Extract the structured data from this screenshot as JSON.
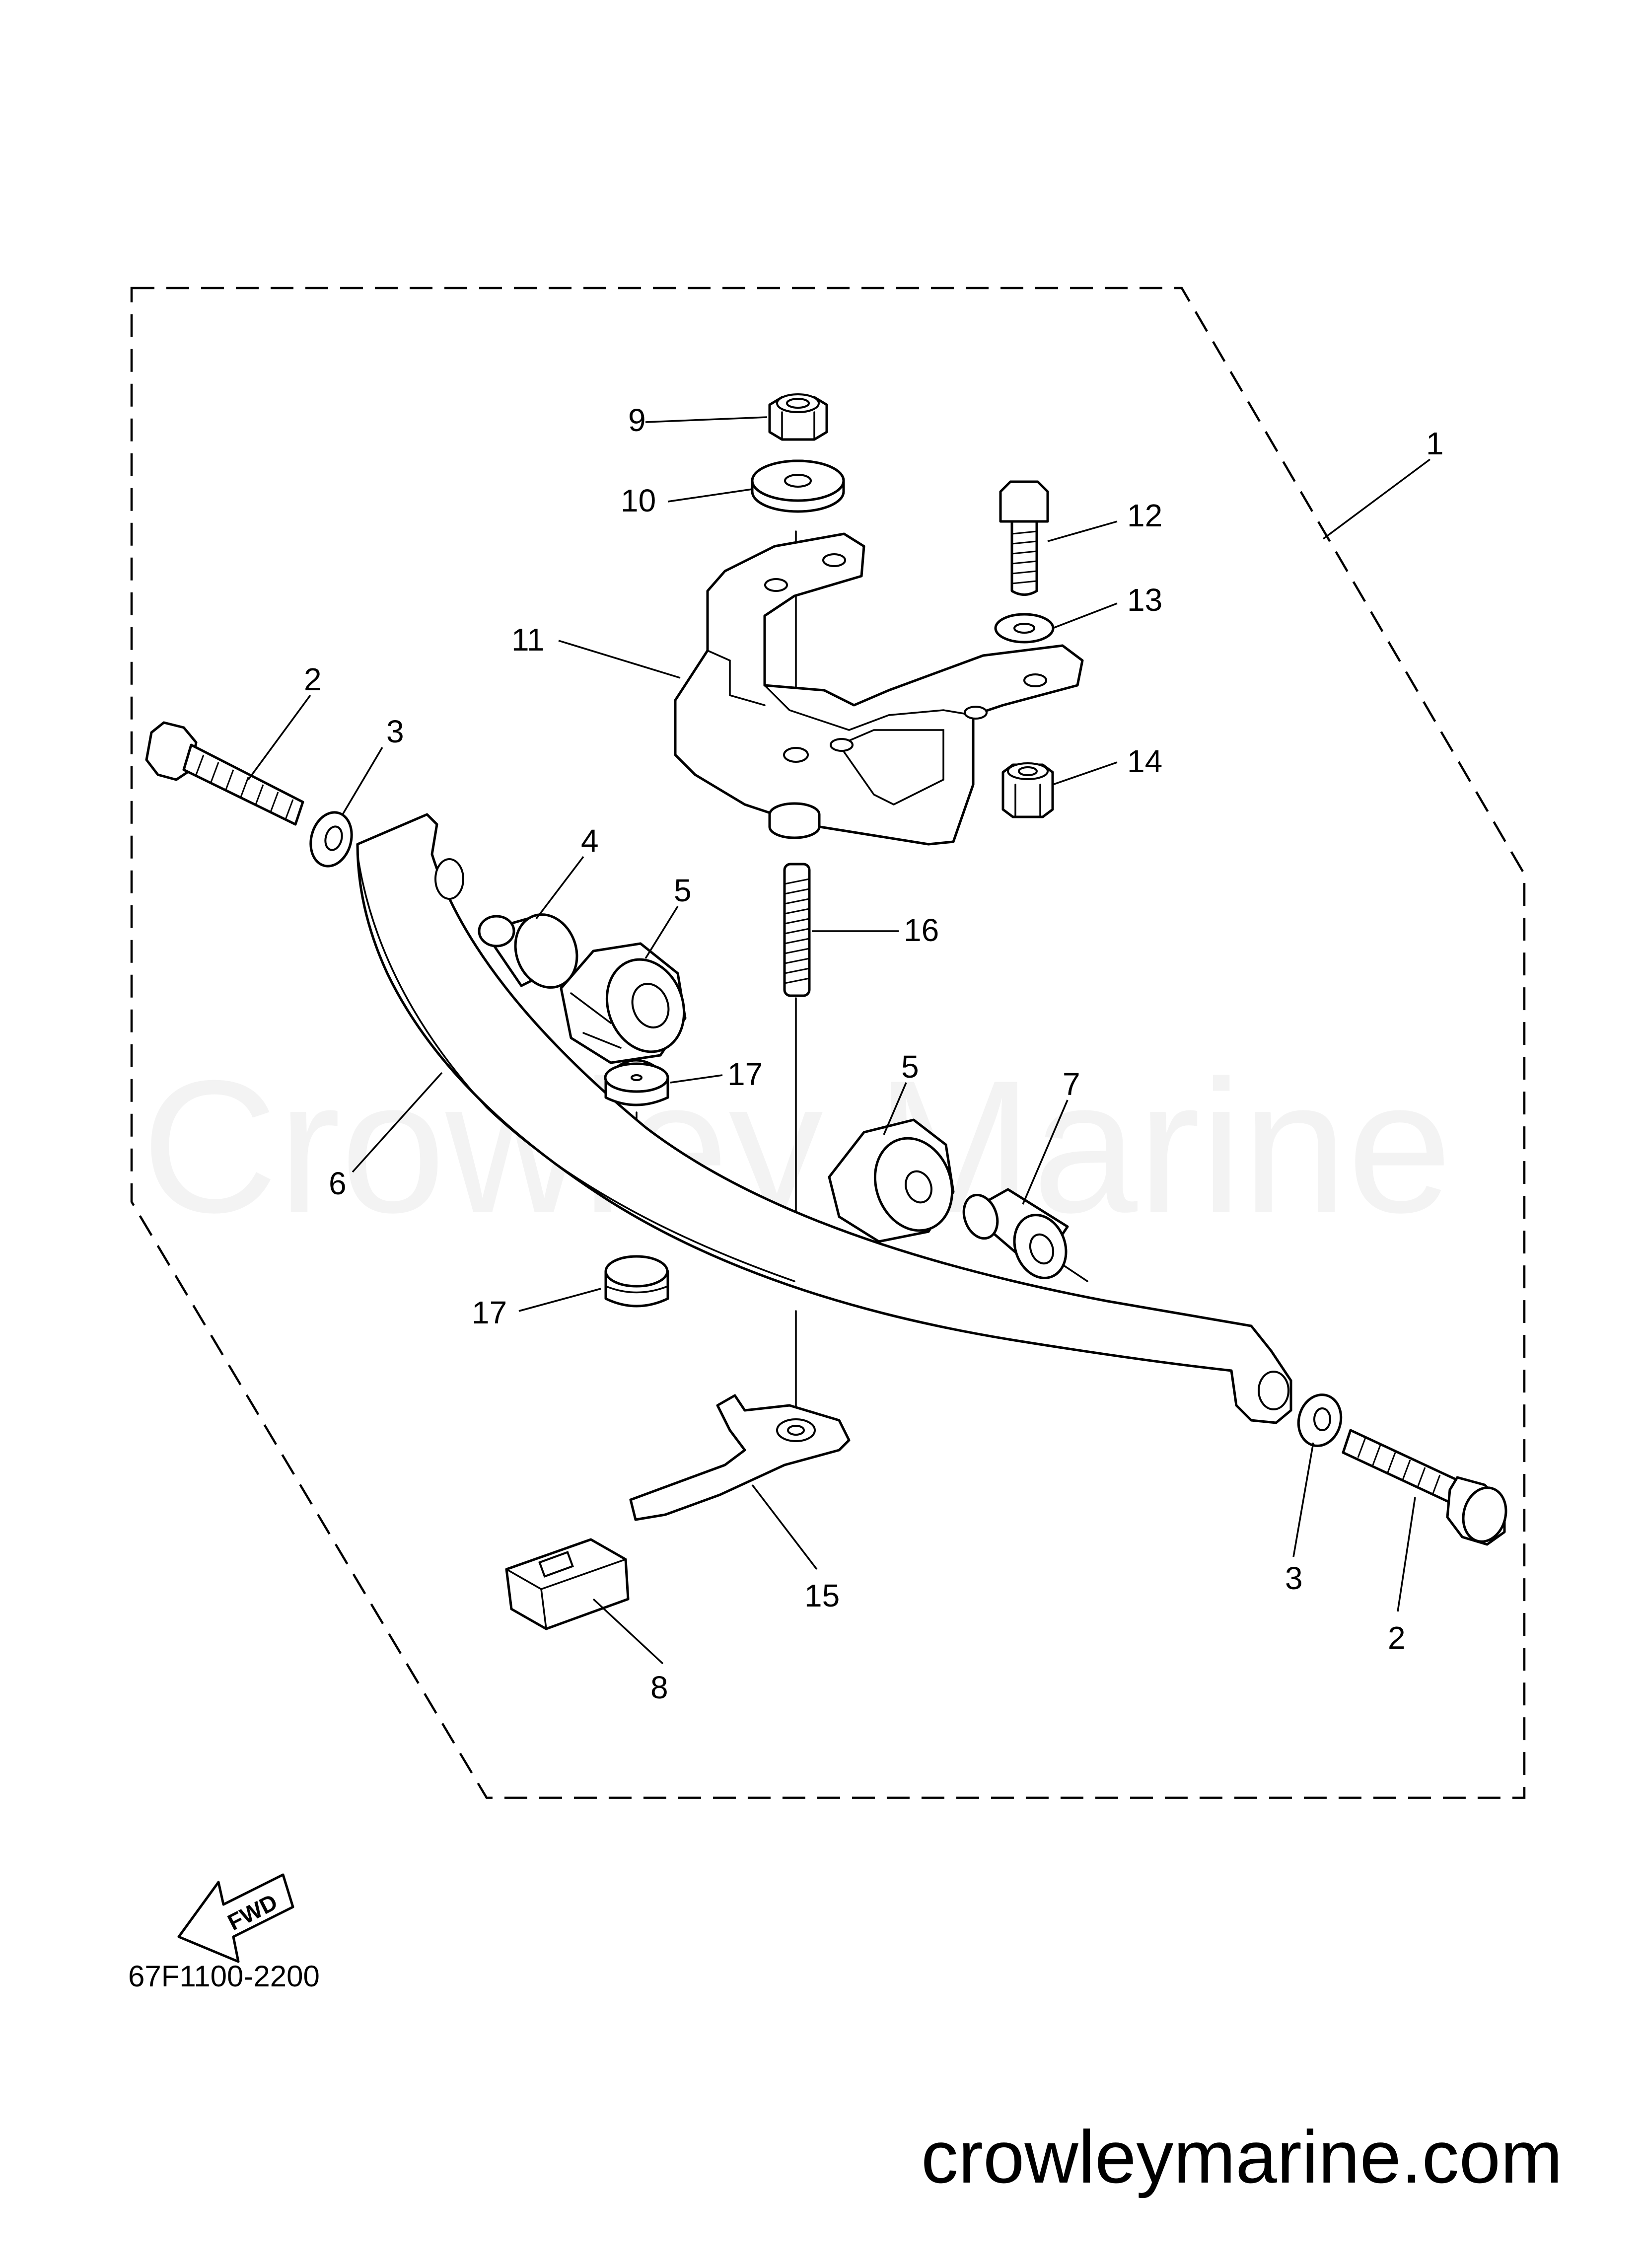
{
  "diagram": {
    "watermark": "Crowley Marine",
    "part_code": "67F1100-2200",
    "fwd_label": "FWD",
    "website": "crowleymarine.com",
    "callouts": {
      "c1": "1",
      "c2a": "2",
      "c2b": "2",
      "c3a": "3",
      "c3b": "3",
      "c4": "4",
      "c5a": "5",
      "c5b": "5",
      "c6": "6",
      "c7": "7",
      "c8": "8",
      "c9": "9",
      "c10": "10",
      "c11": "11",
      "c12": "12",
      "c13": "13",
      "c14": "14",
      "c15": "15",
      "c16": "16",
      "c17a": "17",
      "c17b": "17"
    }
  }
}
